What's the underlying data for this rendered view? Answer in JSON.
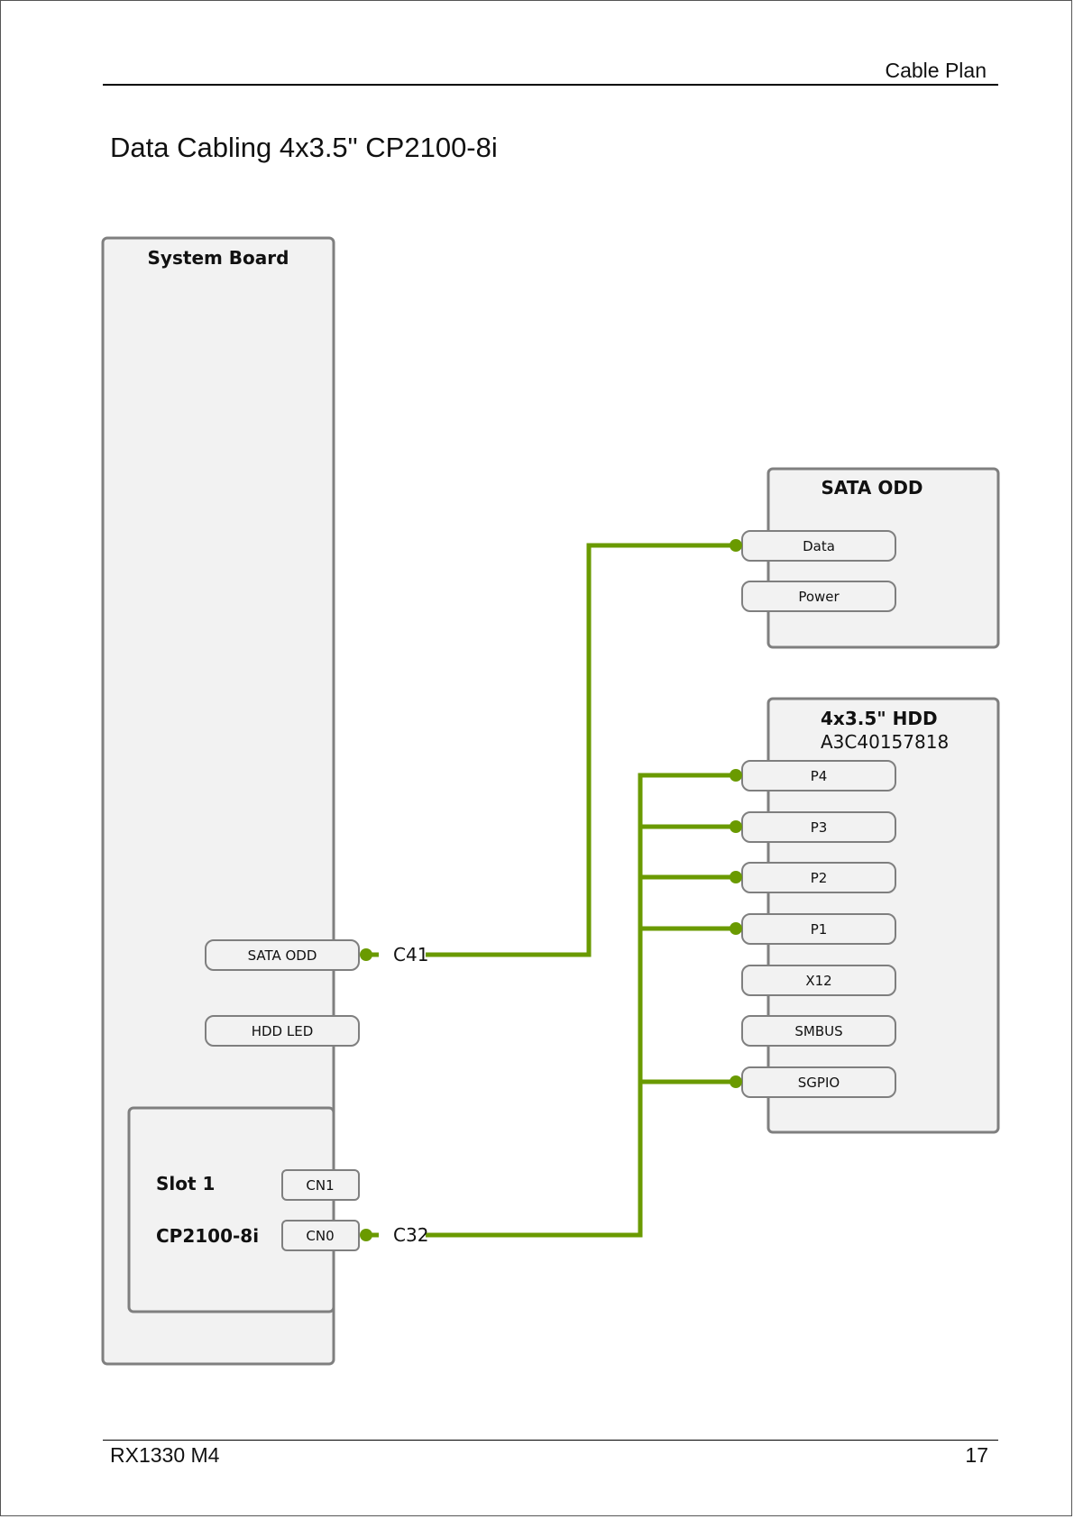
{
  "header": {
    "section": "Cable Plan"
  },
  "title": "Data Cabling 4x3.5\" CP2100-8i",
  "footer": {
    "model": "RX1330 M4",
    "page": "17"
  },
  "colors": {
    "cable": "#6a9a00",
    "box_fill": "#f2f2f2",
    "box_border": "#7f7f7f"
  },
  "diagram": {
    "system_board": {
      "label": "System Board",
      "connectors": [
        "SATA ODD",
        "HDD LED"
      ]
    },
    "slot": {
      "label": "Slot 1",
      "controller": "CP2100-8i",
      "connectors": [
        "CN1",
        "CN0"
      ]
    },
    "sata_odd": {
      "label": "SATA ODD",
      "connectors": [
        "Data",
        "Power"
      ]
    },
    "hdd": {
      "label": "4x3.5\" HDD",
      "part_number": "A3C40157818",
      "connectors": [
        "P4",
        "P3",
        "P2",
        "P1",
        "X12",
        "SMBUS",
        "SGPIO"
      ]
    },
    "cables": [
      {
        "id": "C41",
        "from": "SATA ODD",
        "to": "Data"
      },
      {
        "id": "C32",
        "from": "CN0",
        "to": [
          "P4",
          "P3",
          "P2",
          "P1",
          "SGPIO"
        ]
      }
    ]
  }
}
